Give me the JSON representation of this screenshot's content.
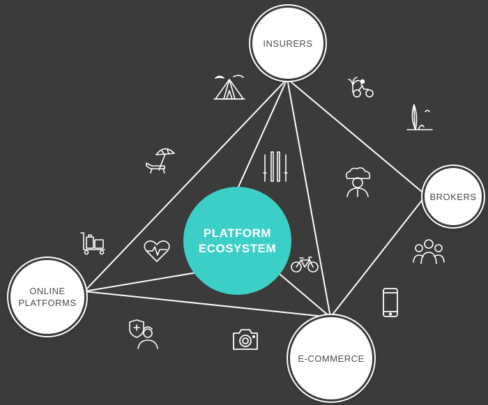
{
  "center": {
    "label": "PLATFORM\nECOSYSTEM",
    "color": "#3ccfc8"
  },
  "nodes": {
    "insurers": {
      "label": "INSURERS"
    },
    "brokers": {
      "label": "BROKERS"
    },
    "online_platforms": {
      "label": "ONLINE\nPLATFORMS"
    },
    "e_commerce": {
      "label": "E-COMMERCE"
    }
  },
  "colors": {
    "background": "#3b3b3b",
    "line": "#ffffff",
    "node_text": "#4a4a4a"
  },
  "icons": [
    "camping-tent-icon",
    "beach-cyclist-icon",
    "surfboard-icon",
    "beach-lounger-umbrella-icon",
    "skis-icon",
    "person-cloud-icon",
    "luggage-trolley-icon",
    "heart-pulse-icon",
    "bicycle-icon",
    "group-people-icon",
    "smartphone-icon",
    "security-guard-icon",
    "camera-icon"
  ]
}
